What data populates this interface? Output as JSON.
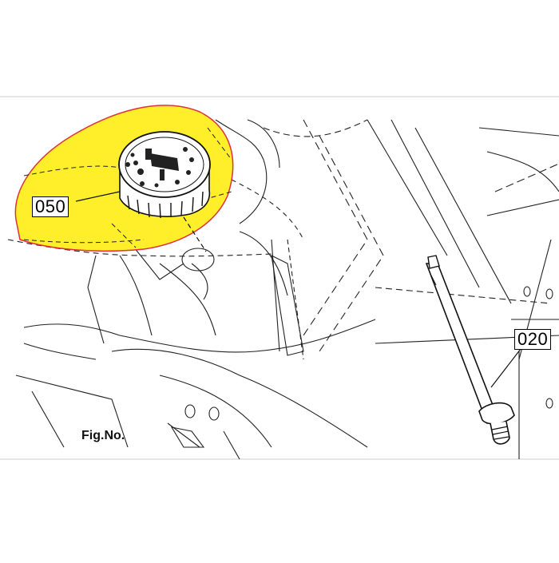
{
  "callouts": {
    "part_050": "050",
    "part_020": "020"
  },
  "figure": {
    "label": "Fig.No."
  },
  "colors": {
    "highlight_fill": "#ffef2a",
    "highlight_outline": "#e0303a",
    "line": "#111111"
  },
  "icons": {
    "cap": "fuel-cap-icon",
    "dipstick": "dipstick-icon"
  }
}
